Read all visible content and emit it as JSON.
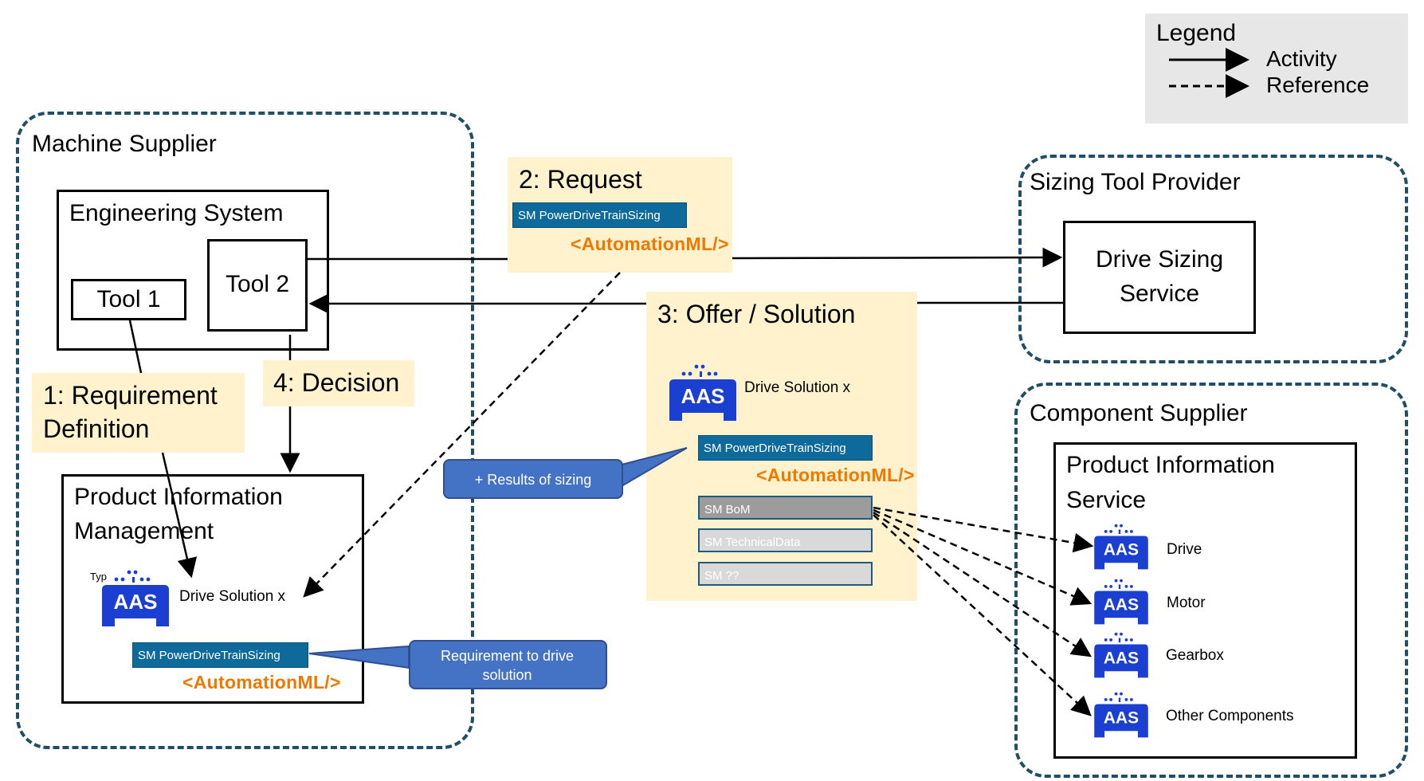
{
  "legend": {
    "title": "Legend",
    "activity": "Activity",
    "reference": "Reference"
  },
  "machine_supplier": {
    "title": "Machine Supplier",
    "engineering_system": {
      "title": "Engineering System",
      "tool1": "Tool 1",
      "tool2": "Tool 2"
    },
    "pim": {
      "title_line1": "Product Information",
      "title_line2": "Management",
      "typ_label": "Typ",
      "aas_text": "AAS",
      "solution_label": "Drive Solution x",
      "sm": "SM PowerDriveTrainSizing",
      "aml": "<AutomationML/>"
    }
  },
  "step1": {
    "line1": "1: Requirement",
    "line2": "Definition"
  },
  "step2": {
    "title": "2: Request",
    "sm": "SM PowerDriveTrainSizing",
    "aml": "<AutomationML/>"
  },
  "step3": {
    "title": "3: Offer / Solution",
    "aas_text": "AAS",
    "solution_label": "Drive Solution x",
    "sm_sizing": "SM PowerDriveTrainSizing",
    "aml": "<AutomationML/>",
    "sm_bom": "SM BoM",
    "sm_technical": "SM TechnicalData",
    "sm_unknown": "SM ??"
  },
  "step4": {
    "title": "4: Decision"
  },
  "callouts": {
    "results": "+ Results of sizing",
    "requirement": "Requirement to drive solution"
  },
  "sizing_tool_provider": {
    "title": "Sizing Tool Provider",
    "service_line1": "Drive Sizing",
    "service_line2": "Service"
  },
  "component_supplier": {
    "title": "Component Supplier",
    "service_line1": "Product Information",
    "service_line2": "Service",
    "aas_text": "AAS",
    "components": [
      "Drive",
      "Motor",
      "Gearbox",
      "Other Components"
    ]
  },
  "colors": {
    "dashed_border": "#1f4e66",
    "note_bg": "#fff2cc",
    "aas_blue": "#1a3fd1",
    "callout_blue": "#4472c4",
    "aml_orange": "#f07800",
    "sm_blue": "#0e6a9a"
  }
}
